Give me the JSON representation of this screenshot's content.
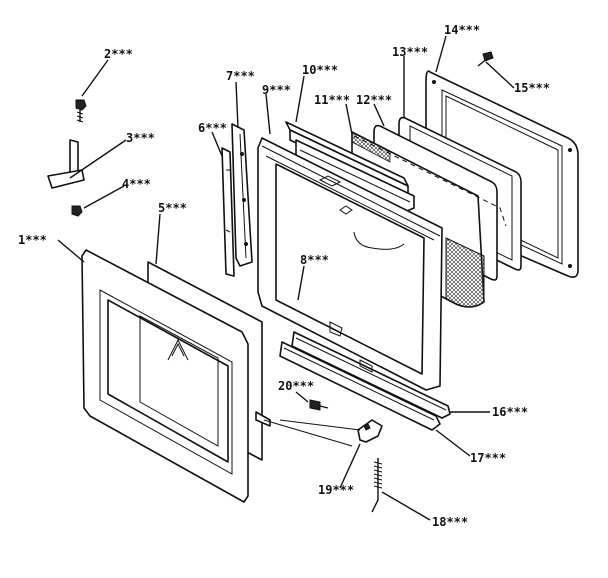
{
  "diagram": {
    "callouts": [
      {
        "id": "1",
        "text": "1***"
      },
      {
        "id": "2",
        "text": "2***"
      },
      {
        "id": "3",
        "text": "3***"
      },
      {
        "id": "4",
        "text": "4***"
      },
      {
        "id": "5",
        "text": "5***"
      },
      {
        "id": "6",
        "text": "6***"
      },
      {
        "id": "7",
        "text": "7***"
      },
      {
        "id": "8",
        "text": "8***"
      },
      {
        "id": "9",
        "text": "9***"
      },
      {
        "id": "10",
        "text": "10***"
      },
      {
        "id": "11",
        "text": "11***"
      },
      {
        "id": "12",
        "text": "12***"
      },
      {
        "id": "13",
        "text": "13***"
      },
      {
        "id": "14",
        "text": "14***"
      },
      {
        "id": "15",
        "text": "15***"
      },
      {
        "id": "16",
        "text": "16***"
      },
      {
        "id": "17",
        "text": "17***"
      },
      {
        "id": "18",
        "text": "18***"
      },
      {
        "id": "19",
        "text": "19***"
      },
      {
        "id": "20",
        "text": "20***"
      }
    ]
  }
}
